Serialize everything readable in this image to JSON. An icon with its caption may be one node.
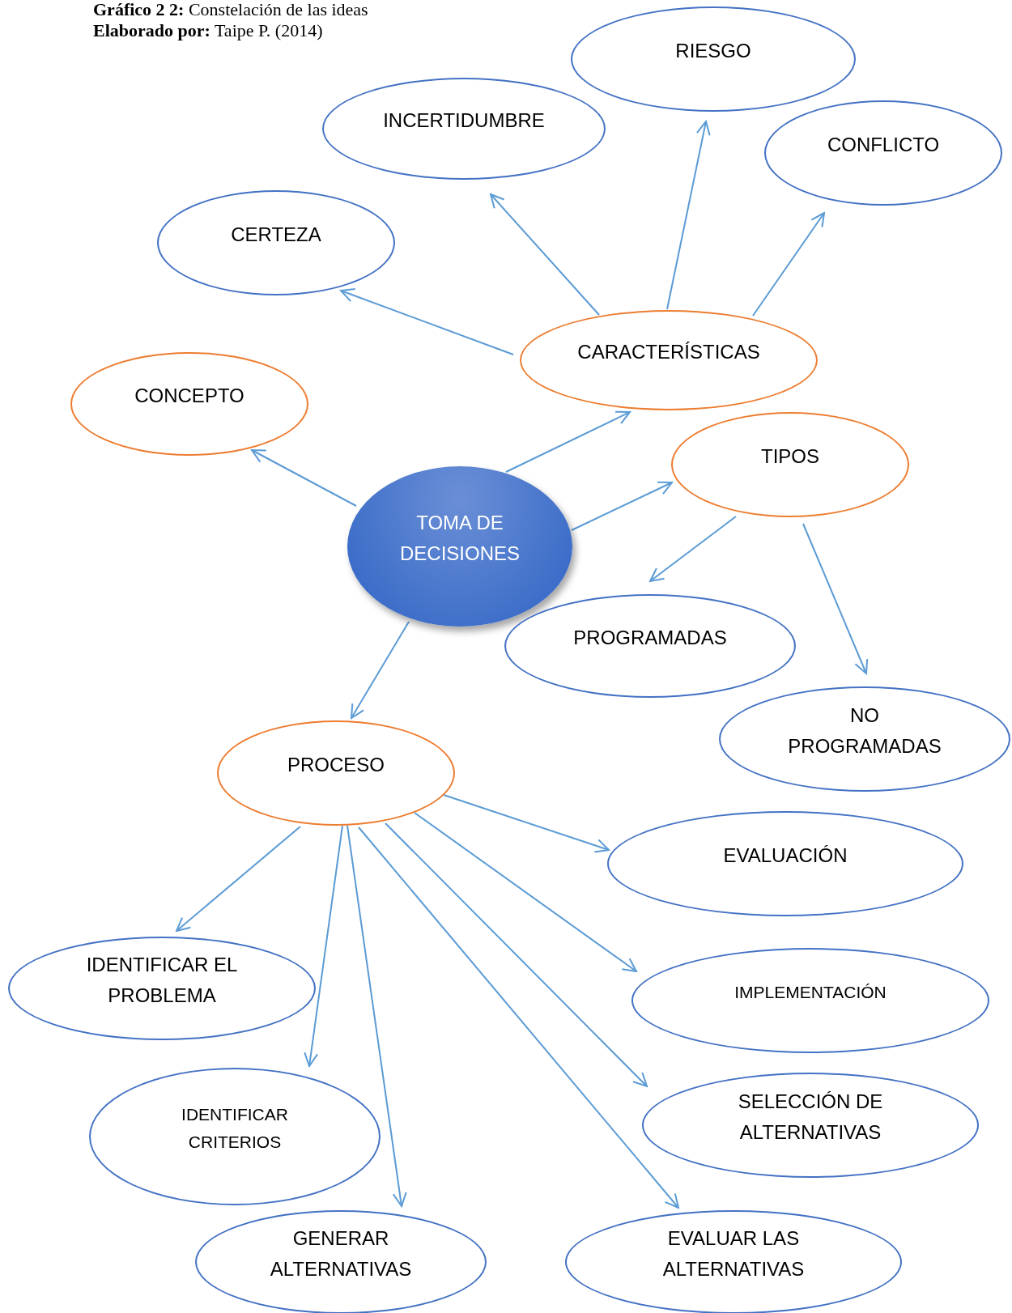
{
  "diagram": {
    "nodes": [
      {
        "text": [
          "TOMA DE DECISIONES"
        ]
      },
      {
        "text": [
          "CONCEPTO"
        ]
      },
      {
        "text": [
          "CARACTERÍSTICAS"
        ]
      },
      {
        "text": [
          "CERTEZA"
        ]
      },
      {
        "text": [
          "INCERTIDUMBRE"
        ]
      },
      {
        "text": [
          "RIESGO"
        ]
      },
      {
        "text": [
          "CONFLICTO"
        ]
      },
      {
        "text": [
          "TIPOS"
        ]
      },
      {
        "text": [
          "PROGRAMADAS"
        ]
      },
      {
        "text": [
          "NO PROGRAMADAS"
        ]
      },
      {
        "text": [
          "PROCESO"
        ]
      },
      {
        "text": [
          "EVALUACIÓN"
        ]
      },
      {
        "text": [
          "IDENTIFICAR EL PROBLEMA"
        ]
      },
      {
        "text": [
          "IMPLEMENTACIÓN"
        ]
      },
      {
        "text": [
          "IDENTIFICAR CRITERIOS"
        ]
      },
      {
        "text": [
          "SELECCIÓN DE ALTERNATIVAS"
        ]
      },
      {
        "text": [
          "GENERAR ALTERNATIVAS"
        ]
      },
      {
        "text": [
          "EVALUAR LAS ALTERNATIVAS"
        ]
      }
    ],
    "edges": [
      {
        "from": 0,
        "to": 1,
        "arrow": "to"
      },
      {
        "from": 0,
        "to": 2,
        "arrow": "to"
      },
      {
        "from": 0,
        "to": 7,
        "arrow": "to"
      },
      {
        "from": 0,
        "to": 10,
        "arrow": "to"
      },
      {
        "from": 2,
        "to": 3,
        "arrow": "to"
      },
      {
        "from": 2,
        "to": 4,
        "arrow": "to"
      },
      {
        "from": 2,
        "to": 5,
        "arrow": "to"
      },
      {
        "from": 2,
        "to": 6,
        "arrow": "to"
      },
      {
        "from": 7,
        "to": 8,
        "arrow": "to"
      },
      {
        "from": 7,
        "to": 9,
        "arrow": "to"
      },
      {
        "from": 10,
        "to": 11,
        "arrow": "to"
      },
      {
        "from": 10,
        "to": 12,
        "arrow": "to"
      },
      {
        "from": 10,
        "to": 13,
        "arrow": "to"
      },
      {
        "from": 10,
        "to": 14,
        "arrow": "to"
      },
      {
        "from": 10,
        "to": 15,
        "arrow": "to"
      },
      {
        "from": 10,
        "to": 16,
        "arrow": "to"
      },
      {
        "from": 10,
        "to": 17,
        "arrow": "to"
      }
    ],
    "labels": [
      "**Gráfico 2 2:** Constelación de las ideas",
      "**Elaborado por:** Taipe P. (2014)"
    ]
  }
}
